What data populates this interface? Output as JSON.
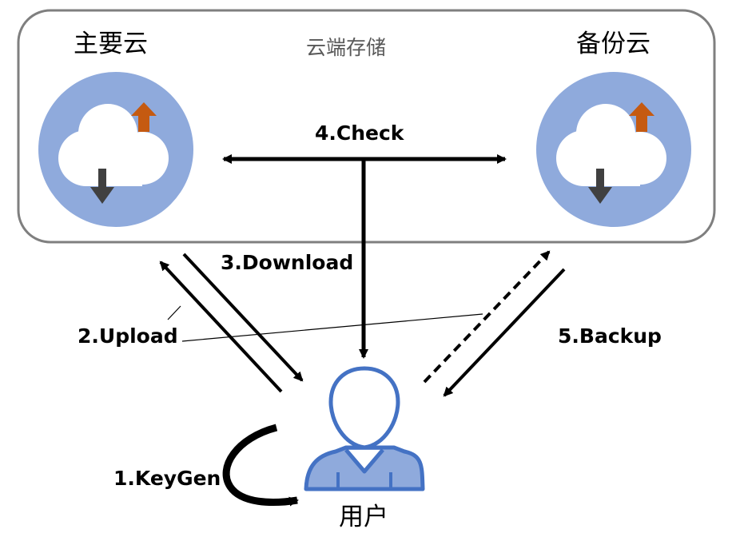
{
  "storage_box": {
    "title": "云端存储"
  },
  "primary_cloud": {
    "label": "主要云"
  },
  "backup_cloud": {
    "label": "备份云"
  },
  "user": {
    "label": "用户"
  },
  "steps": {
    "keygen": "1.KeyGen",
    "upload": "2.Upload",
    "download": "3.Download",
    "check": "4.Check",
    "backup": "5.Backup"
  },
  "colors": {
    "circle_fill": "#8FAADC",
    "upload_arrow": "#C55A11",
    "download_arrow": "#404040",
    "user_stroke": "#4472C4",
    "user_fill": "#8FAADC",
    "box_border": "#7F7F7F"
  },
  "icons": {
    "cloud": "cloud-icon",
    "user": "user-icon"
  }
}
